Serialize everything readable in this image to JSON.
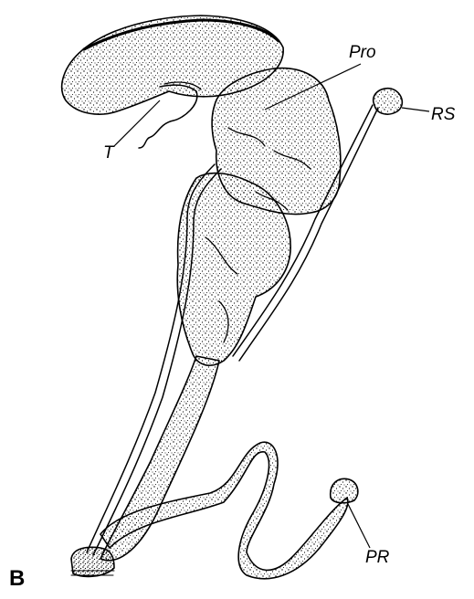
{
  "panel_letter": "B",
  "labels": {
    "pro": "Pro",
    "rs": "RS",
    "t": "T",
    "pr": "PR"
  }
}
